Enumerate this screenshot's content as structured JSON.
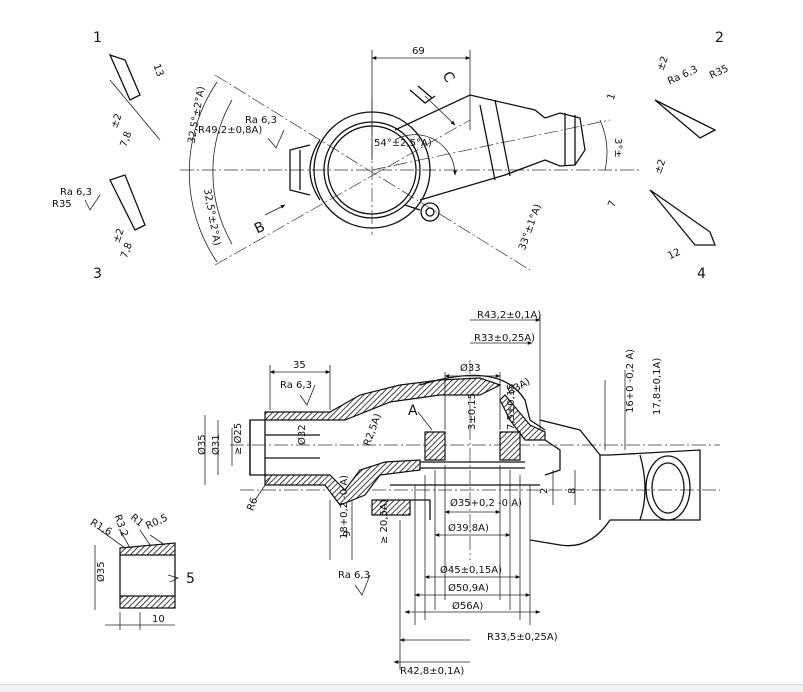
{
  "views": {
    "top": {
      "detail_numbers": [
        "1",
        "2",
        "3",
        "4"
      ],
      "dim_69": "69",
      "dim_section_mark": "C",
      "dim_angle_upper": "32,5°±2°A)",
      "dim_angle_lower": "32,5°±2°A)",
      "dim_radius": "R49,2±0,8A)",
      "dim_center_angle": "54°±2,5°A)",
      "dim_right_angle": "33°±1°A)",
      "dim_3deg": "3°±",
      "ra_left": "Ra 6,3",
      "view_arrow": "B"
    },
    "details": {
      "d1": {
        "a": "13",
        "b": "±2",
        "c": "7,8"
      },
      "d2": {
        "a": "±2",
        "ra": "Ra 6,3",
        "r": "R35",
        "b": "1"
      },
      "d3": {
        "ra": "Ra 6,3",
        "r": "R35",
        "b": "±2",
        "c": "7,8"
      },
      "d4": {
        "a": "±2",
        "b": "7",
        "c": "12"
      }
    },
    "section": {
      "dim_35": "35",
      "ra_top": "Ra 6,3",
      "dia_35": "Ø35",
      "dia_31": "Ø31",
      "dia_25": "≥ Ø25",
      "dia_32": "Ø32",
      "r6": "R6",
      "r25": "R2,5A)",
      "label_a": "A",
      "dia_33": "Ø33",
      "dim_3": "3±0,15",
      "dim_75": "7,5±0,15",
      "r3": "R3A)",
      "r432": "R43,2±0,1A)",
      "r33": "R33±0,25A)",
      "dim_16": "16+0 -0,2 A)",
      "dim_178": "17,8±0,1A)",
      "dim_2": "2",
      "dim_8": "8",
      "dia_35b": "Ø35+0,2 -0 A)",
      "dia_398": "Ø39,8A)",
      "dim_18": "18+0,2 -0 A)",
      "dim_9": "9",
      "dim_205": "≥ 20,5A)",
      "ra_bottom": "Ra 6,3",
      "dia_45": "Ø45±0,15A)",
      "dia_509": "Ø50,9A)",
      "dia_56": "Ø56A)",
      "r335": "R33,5±0,25A)",
      "r428": "R42,8±0,1A)"
    },
    "detail5": {
      "number": "5",
      "r16": "R1,6",
      "r32": "R3,2",
      "r1": "R1",
      "r05": "R0,5",
      "dia": "Ø35",
      "len": "10"
    }
  }
}
